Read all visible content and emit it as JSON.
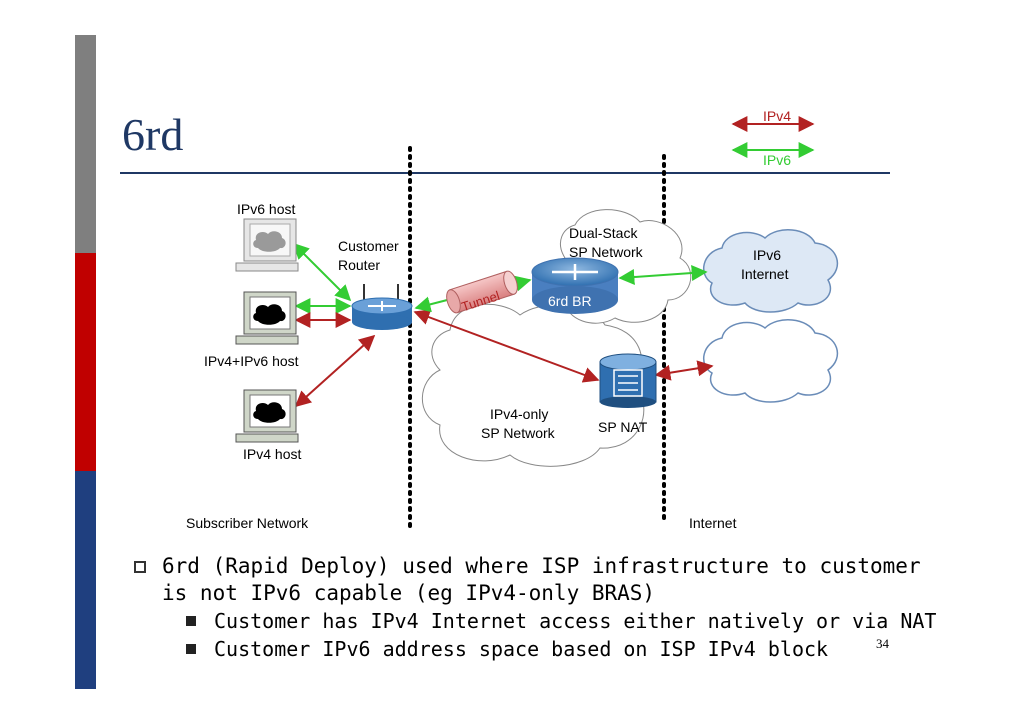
{
  "title": "6rd",
  "legend": {
    "ipv4": "IPv4",
    "ipv6": "IPv6"
  },
  "colors": {
    "ipv4": "#b22222",
    "ipv6": "#33cc33",
    "title": "#1f3864",
    "bar_gray": "#7f7f7f",
    "bar_red": "#c00000",
    "bar_blue": "#1f3f7f"
  },
  "diagram": {
    "ipv6_host": "IPv6 host",
    "dual_host": "IPv4+IPv6 host",
    "ipv4_host": "IPv4 host",
    "router_line1": "Customer",
    "router_line2": "Router",
    "tunnel": "Tunnel",
    "sp_line1": "Dual-Stack",
    "sp_line2": "SP Network",
    "br": "6rd BR",
    "ipv6_internet_1": "IPv6",
    "ipv6_internet_2": "Internet",
    "ipv4only_1": "IPv4-only",
    "ipv4only_2": "SP Network",
    "spnat": "SP NAT",
    "subscriber": "Subscriber Network",
    "internet": "Internet"
  },
  "bullets": {
    "main": "6rd (Rapid Deploy) used where ISP infrastructure to customer is not IPv6 capable (eg IPv4-only BRAS)",
    "sub": [
      "Customer has IPv4 Internet access either natively or via NAT",
      "Customer IPv6 address space based on ISP IPv4 block"
    ]
  },
  "page_number": "34"
}
